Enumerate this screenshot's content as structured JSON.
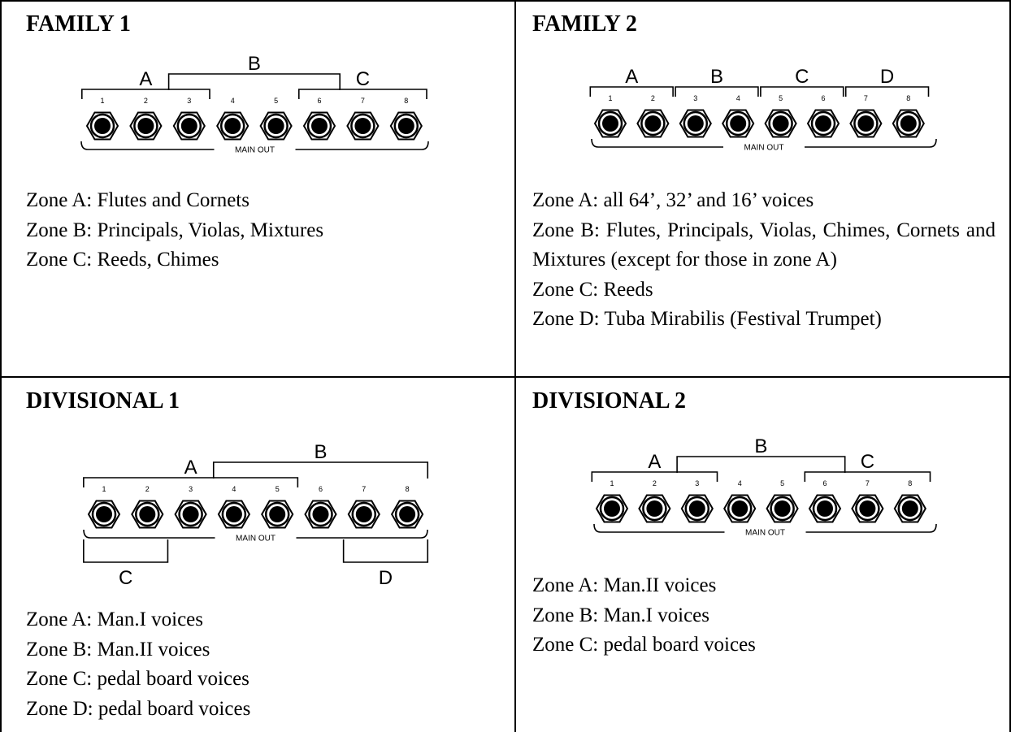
{
  "cells": [
    {
      "title": "FAMILY 1",
      "diagram": {
        "jacks": [
          "1",
          "2",
          "3",
          "4",
          "5",
          "6",
          "7",
          "8"
        ],
        "main_out": "MAIN OUT",
        "brackets": [
          {
            "label": "A",
            "from": 1,
            "to": 3,
            "side": "top",
            "level": "low"
          },
          {
            "label": "B",
            "from": 3,
            "to": 6,
            "side": "top",
            "level": "high"
          },
          {
            "label": "C",
            "from": 6,
            "to": 8,
            "side": "top",
            "level": "low"
          }
        ]
      },
      "zones": [
        "Zone A: Flutes and Cornets",
        "Zone B: Principals, Violas, Mixtures",
        "Zone C: Reeds, Chimes"
      ]
    },
    {
      "title": "FAMILY 2",
      "diagram": {
        "jacks": [
          "1",
          "2",
          "3",
          "4",
          "5",
          "6",
          "7",
          "8"
        ],
        "main_out": "MAIN OUT",
        "brackets": [
          {
            "label": "A",
            "from": 1,
            "to": 2,
            "side": "top",
            "level": "low"
          },
          {
            "label": "B",
            "from": 3,
            "to": 4,
            "side": "top",
            "level": "low"
          },
          {
            "label": "C",
            "from": 5,
            "to": 6,
            "side": "top",
            "level": "low"
          },
          {
            "label": "D",
            "from": 7,
            "to": 8,
            "side": "top",
            "level": "low"
          }
        ]
      },
      "zones": [
        "Zone A: all 64’, 32’ and 16’ voices",
        "Zone B: Flutes, Principals, Violas, Chimes, Cornets and Mixtures (except for those in zone A)",
        "Zone C: Reeds",
        "Zone D: Tuba Mirabilis (Festival Trumpet)"
      ]
    },
    {
      "title": "DIVISIONAL 1",
      "diagram": {
        "jacks": [
          "1",
          "2",
          "3",
          "4",
          "5",
          "6",
          "7",
          "8"
        ],
        "main_out": "MAIN OUT",
        "brackets": [
          {
            "label": "A",
            "from": 1,
            "to": 5,
            "side": "top",
            "level": "low"
          },
          {
            "label": "B",
            "from": 4,
            "to": 8,
            "side": "top",
            "level": "high"
          },
          {
            "label": "C",
            "from": 1,
            "to": 2,
            "side": "bottom",
            "level": "low"
          },
          {
            "label": "D",
            "from": 7,
            "to": 8,
            "side": "bottom",
            "level": "low"
          }
        ]
      },
      "zones": [
        "Zone A: Man.I voices",
        "Zone B: Man.II voices",
        "Zone C: pedal board voices",
        "Zone D: pedal board voices"
      ]
    },
    {
      "title": "DIVISIONAL 2",
      "diagram": {
        "jacks": [
          "1",
          "2",
          "3",
          "4",
          "5",
          "6",
          "7",
          "8"
        ],
        "main_out": "MAIN OUT",
        "brackets": [
          {
            "label": "A",
            "from": 1,
            "to": 3,
            "side": "top",
            "level": "low"
          },
          {
            "label": "B",
            "from": 3,
            "to": 6,
            "side": "top",
            "level": "high"
          },
          {
            "label": "C",
            "from": 6,
            "to": 8,
            "side": "top",
            "level": "low"
          }
        ]
      },
      "zones": [
        "Zone A: Man.II voices",
        "Zone B: Man.I voices",
        "Zone C: pedal board voices"
      ]
    }
  ]
}
